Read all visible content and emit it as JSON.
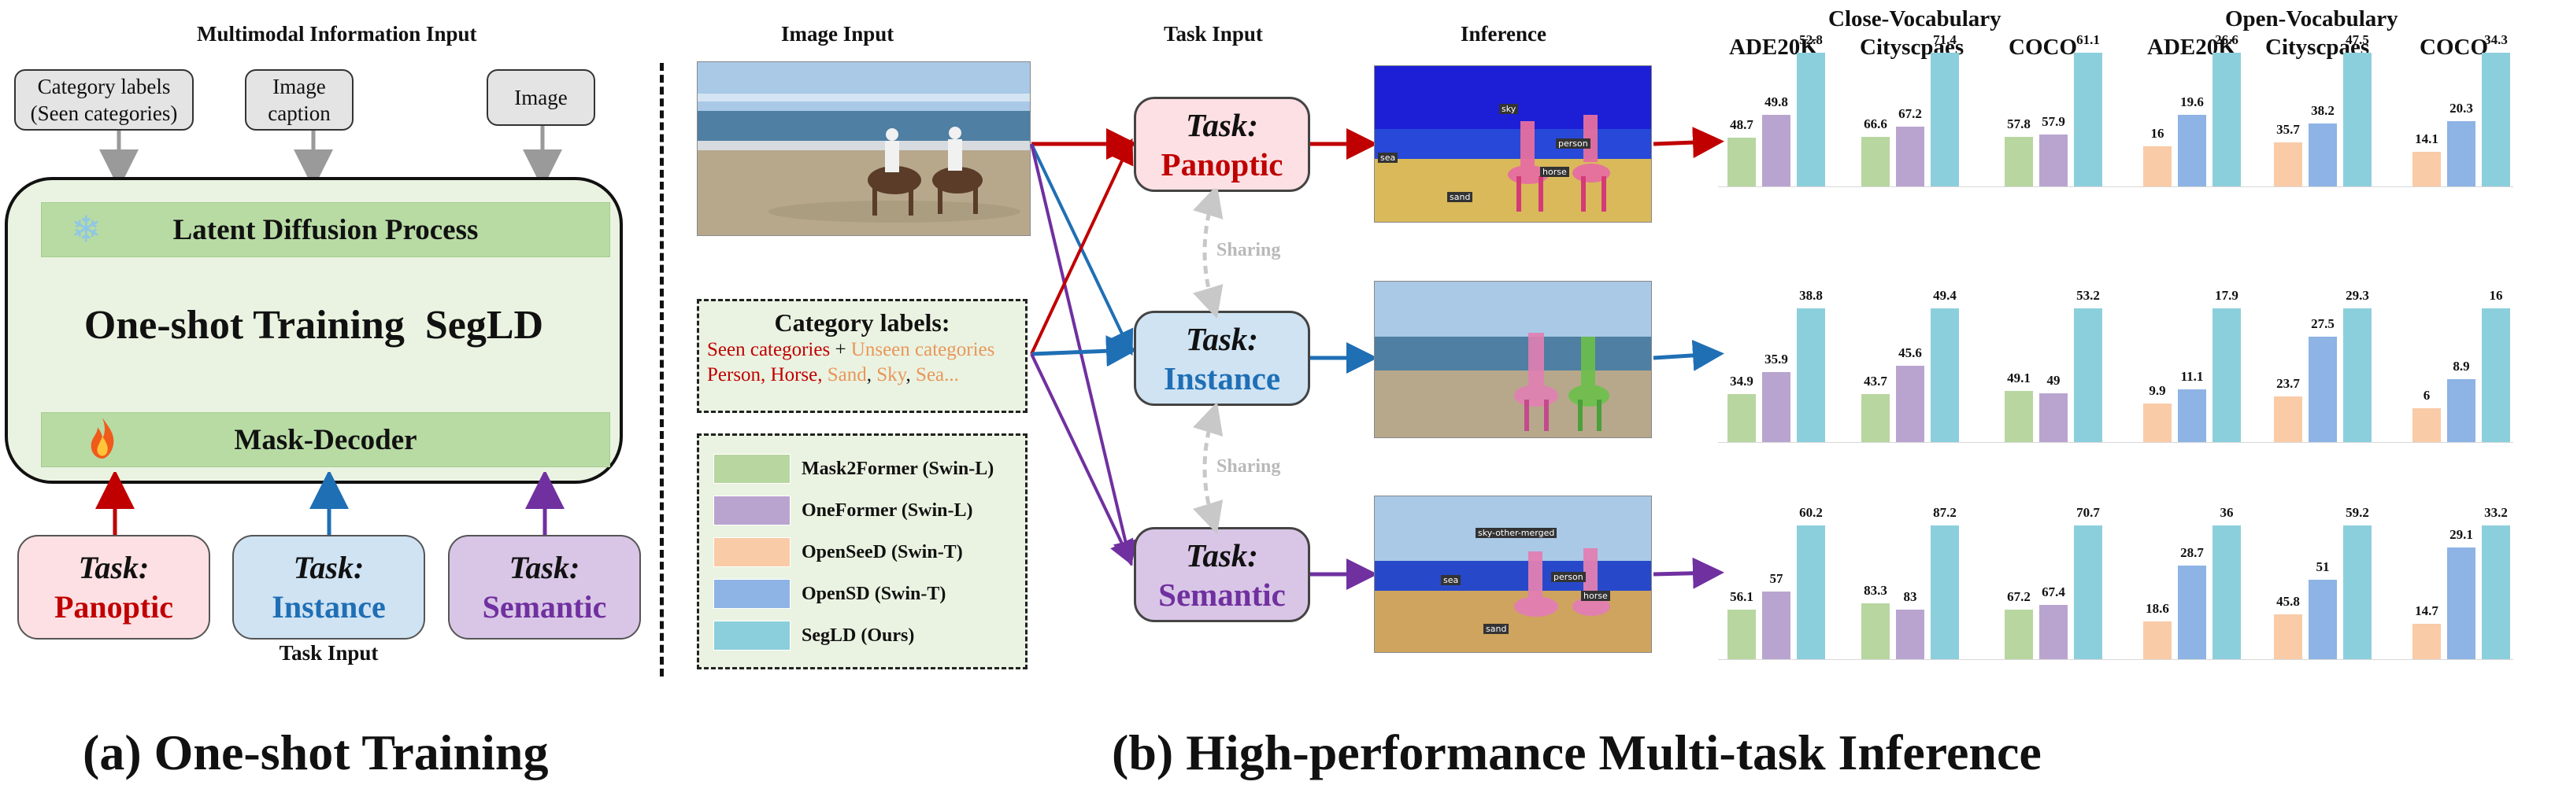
{
  "left_panel": {
    "title": "Multimodal Information Input",
    "inputs": [
      "Category labels\n(Seen categories)",
      "Image\ncaption",
      "Image"
    ],
    "latent_label": "Latent Diffusion Process",
    "main_label": "One-shot Training  SegLD",
    "decoder_label": "Mask-Decoder",
    "task_prefix": "Task:",
    "tasks": [
      "Panoptic",
      "Instance",
      "Semantic"
    ],
    "task_input_label": "Task Input",
    "caption": "(a) One-shot Training"
  },
  "middle": {
    "image_input_label": "Image Input",
    "task_input_label": "Task Input",
    "inference_label": "Inference",
    "category_title": "Category labels:",
    "seen_text": "Seen categories",
    "plus": " + ",
    "unseen_text": "Unseen categories",
    "seen_items": "Person, Horse, ",
    "unseen_items": [
      "Sand",
      "Sky",
      "Sea..."
    ],
    "task_prefix": "Task:",
    "tasks": [
      "Panoptic",
      "Instance",
      "Semantic"
    ],
    "sharing": "Sharing",
    "mask_labels": {
      "panoptic": [
        "sky",
        "person",
        "horse",
        "sea",
        "sand"
      ],
      "semantic": [
        "sky-other-merged",
        "person",
        "horse",
        "sea",
        "sand"
      ]
    },
    "caption": "(b) High-performance Multi-task Inference"
  },
  "legend": [
    {
      "label": "Mask2Former (Swin-L)",
      "color": "#b8d6a0"
    },
    {
      "label": "OneFormer (Swin-L)",
      "color": "#b9a4cf"
    },
    {
      "label": "OpenSeeD (Swin-T)",
      "color": "#f9cba7"
    },
    {
      "label": "OpenSD (Swin-T)",
      "color": "#8eb3e5"
    },
    {
      "label": "SegLD (Ours)",
      "color": "#8ccfdc"
    }
  ],
  "colors": {
    "red": "#c00000",
    "blue": "#1f6fb5",
    "purple": "#7030a0",
    "unseen": "#e8975a"
  },
  "chart_data": {
    "type": "bar",
    "close_vocab_title": "Close-Vocabulary",
    "open_vocab_title": "Open-Vocabulary",
    "datasets": [
      "ADE20K",
      "Cityscpaes",
      "COCO"
    ],
    "rows": [
      {
        "task": "Panoptic",
        "close": [
          [
            48.7,
            49.8,
            52.8
          ],
          [
            66.6,
            67.2,
            71.4
          ],
          [
            57.8,
            57.9,
            61.1
          ]
        ],
        "open": [
          [
            16,
            19.6,
            26.6
          ],
          [
            35.7,
            38.2,
            47.5
          ],
          [
            14.1,
            20.3,
            34.3
          ]
        ]
      },
      {
        "task": "Instance",
        "close": [
          [
            34.9,
            35.9,
            38.8
          ],
          [
            43.7,
            45.6,
            49.4
          ],
          [
            49.1,
            49,
            53.2
          ]
        ],
        "open": [
          [
            9.9,
            11.1,
            17.9
          ],
          [
            23.7,
            27.5,
            29.3
          ],
          [
            6,
            8.9,
            16
          ]
        ]
      },
      {
        "task": "Semantic",
        "close": [
          [
            56.1,
            57,
            60.2
          ],
          [
            83.3,
            83,
            87.2
          ],
          [
            67.2,
            67.4,
            70.7
          ]
        ],
        "open": [
          [
            18.6,
            28.7,
            36
          ],
          [
            45.8,
            51,
            59.2
          ],
          [
            14.7,
            29.1,
            33.2
          ]
        ]
      }
    ]
  }
}
